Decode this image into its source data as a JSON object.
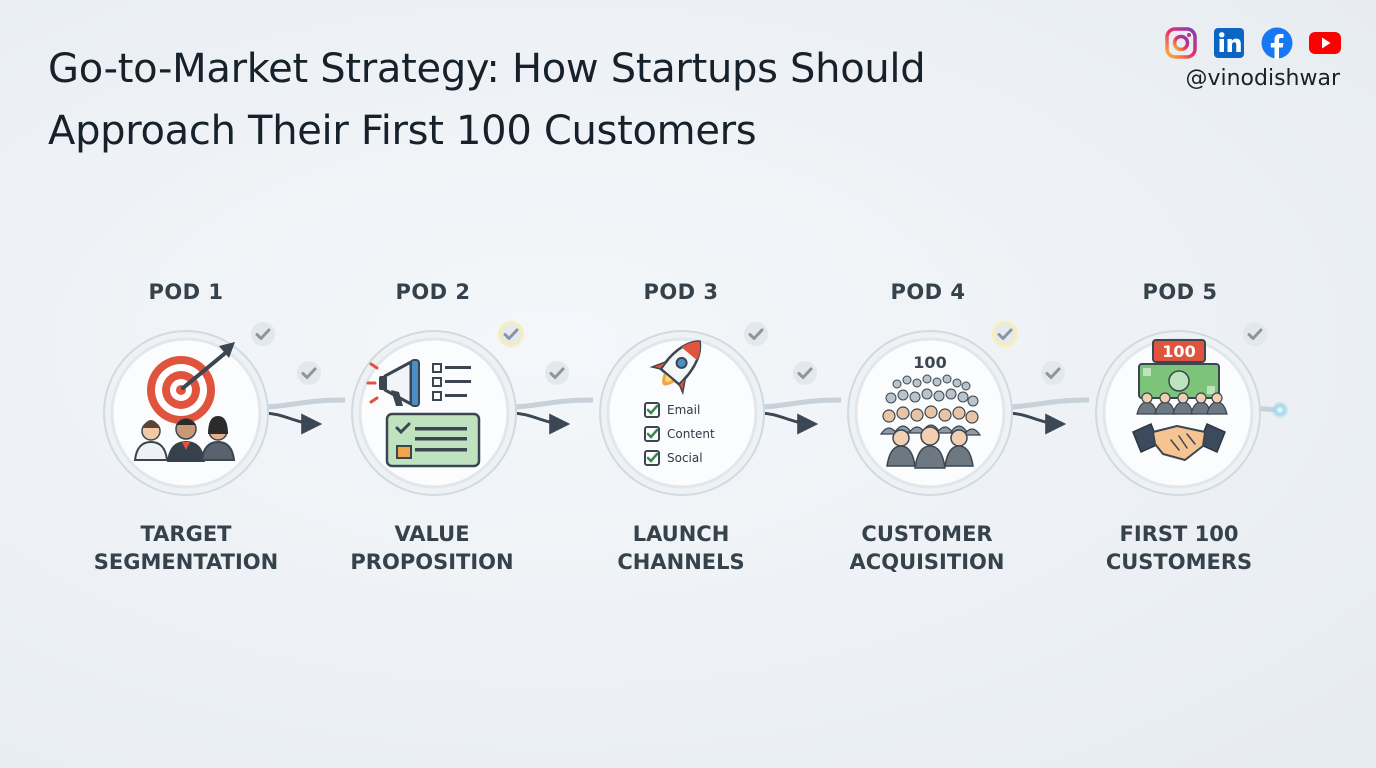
{
  "header": {
    "title_line1": "Go-to-Market Strategy: How Startups Should",
    "title_line2": "Approach Their First 100 Customers",
    "handle": "@vinodishwar"
  },
  "social": [
    {
      "name": "instagram-icon",
      "color": "#d6249f"
    },
    {
      "name": "linkedin-icon",
      "color": "#0a66c2"
    },
    {
      "name": "facebook-icon",
      "color": "#1877f2"
    },
    {
      "name": "youtube-icon",
      "color": "#ff0000"
    }
  ],
  "steps": [
    {
      "pod": "POD 1",
      "line1": "TARGET",
      "line2": "SEGMENTATION",
      "icon": "target-audience-icon"
    },
    {
      "pod": "POD 2",
      "line1": "VALUE",
      "line2": "PROPOSITION",
      "icon": "megaphone-checklist-icon"
    },
    {
      "pod": "POD 3",
      "line1": "LAUNCH",
      "line2": "CHANNELS",
      "icon": "rocket-channels-icon",
      "channels": [
        "Email",
        "Content",
        "Social"
      ]
    },
    {
      "pod": "POD 4",
      "line1": "CUSTOMER",
      "line2": "ACQUISITION",
      "icon": "crowd-icon",
      "count": "100"
    },
    {
      "pod": "POD 5",
      "line1": "FIRST 100",
      "line2": "CUSTOMERS",
      "icon": "handshake-money-icon",
      "badge": "100"
    }
  ],
  "colors": {
    "accent": "#e0533d",
    "check": "#8a96a0",
    "check_glow": "#f5e9a8",
    "node_ring": "#d9e0e6",
    "connector": "#3b4752"
  }
}
